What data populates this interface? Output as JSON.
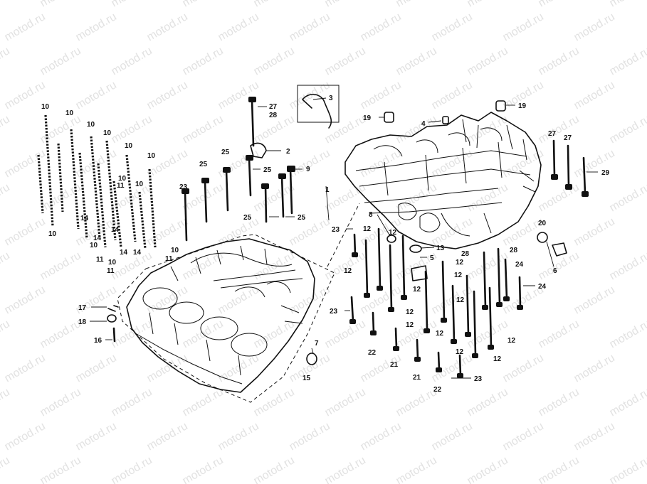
{
  "watermark": {
    "text": "motod.ru",
    "color": "#e2e2e2"
  },
  "callouts": [
    {
      "n": "10"
    },
    {
      "n": "10"
    },
    {
      "n": "10"
    },
    {
      "n": "10"
    },
    {
      "n": "10"
    },
    {
      "n": "10"
    },
    {
      "n": "10"
    },
    {
      "n": "10"
    },
    {
      "n": "10"
    },
    {
      "n": "10"
    },
    {
      "n": "10"
    },
    {
      "n": "10"
    },
    {
      "n": "11"
    },
    {
      "n": "11"
    },
    {
      "n": "11"
    },
    {
      "n": "11"
    },
    {
      "n": "14"
    },
    {
      "n": "14"
    },
    {
      "n": "14"
    },
    {
      "n": "14"
    },
    {
      "n": "14"
    },
    {
      "n": "23"
    },
    {
      "n": "25"
    },
    {
      "n": "25"
    },
    {
      "n": "25"
    },
    {
      "n": "25"
    },
    {
      "n": "25"
    },
    {
      "n": "27"
    },
    {
      "n": "28"
    },
    {
      "n": "2"
    },
    {
      "n": "9"
    },
    {
      "n": "3"
    },
    {
      "n": "1"
    },
    {
      "n": "19"
    },
    {
      "n": "4"
    },
    {
      "n": "19"
    },
    {
      "n": "27"
    },
    {
      "n": "27"
    },
    {
      "n": "29"
    },
    {
      "n": "8"
    },
    {
      "n": "20"
    },
    {
      "n": "6"
    },
    {
      "n": "13"
    },
    {
      "n": "5"
    },
    {
      "n": "23"
    },
    {
      "n": "12"
    },
    {
      "n": "12"
    },
    {
      "n": "12"
    },
    {
      "n": "12"
    },
    {
      "n": "12"
    },
    {
      "n": "12"
    },
    {
      "n": "12"
    },
    {
      "n": "12"
    },
    {
      "n": "12"
    },
    {
      "n": "12"
    },
    {
      "n": "12"
    },
    {
      "n": "12"
    },
    {
      "n": "12"
    },
    {
      "n": "28"
    },
    {
      "n": "28"
    },
    {
      "n": "24"
    },
    {
      "n": "24"
    },
    {
      "n": "23"
    },
    {
      "n": "22"
    },
    {
      "n": "21"
    },
    {
      "n": "21"
    },
    {
      "n": "22"
    },
    {
      "n": "23"
    },
    {
      "n": "17"
    },
    {
      "n": "18"
    },
    {
      "n": "16"
    },
    {
      "n": "7"
    },
    {
      "n": "15"
    }
  ]
}
